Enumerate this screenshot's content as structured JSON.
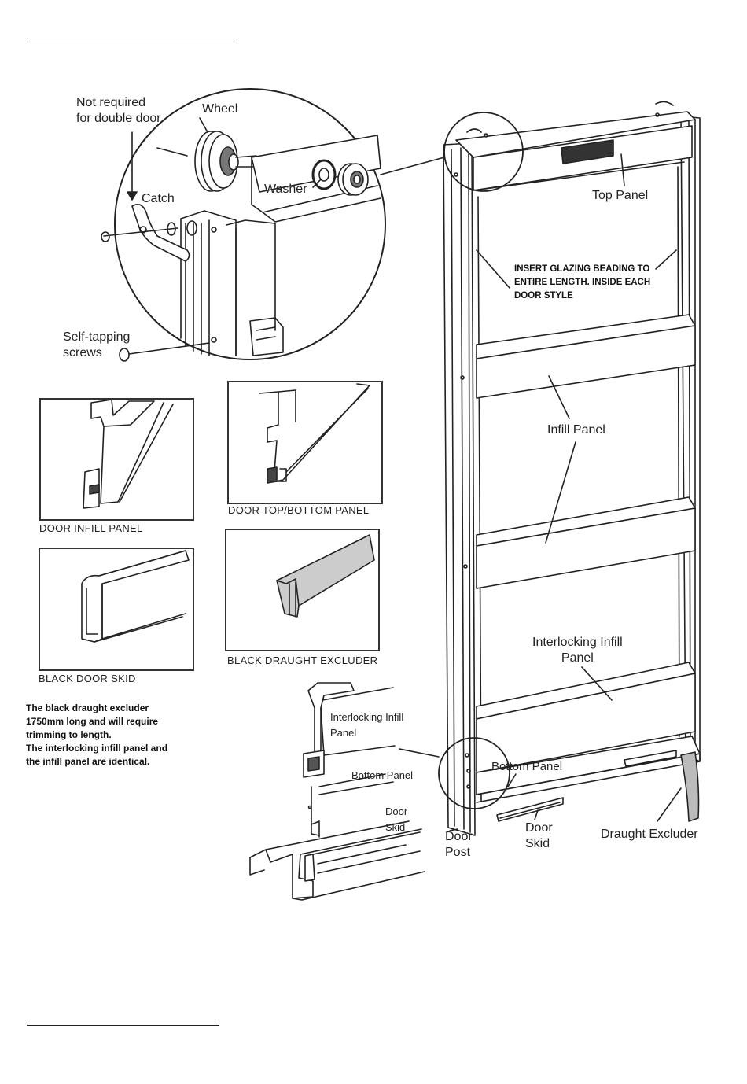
{
  "detail_callout": {
    "not_required_line1": "Not required",
    "not_required_line2": "for double door",
    "wheel": "Wheel",
    "catch": "Catch",
    "washer": "Washer",
    "self_tapping_line1": "Self-tapping",
    "self_tapping_line2": "screws"
  },
  "door_labels": {
    "top_panel": "Top Panel",
    "glazing_note_lines": [
      "INSERT GLAZING BEADING TO",
      "ENTIRE LENGTH.  INSIDE EACH",
      "DOOR STYLE"
    ],
    "infill_panel": "Infill Panel",
    "interlocking_line1": "Interlocking Infill",
    "interlocking_line2": "Panel",
    "bottom_panel": "Bottom Panel",
    "door_post_line1": "Door",
    "door_post_line2": "Post",
    "door_skid_line1": "Door",
    "door_skid_line2": "Skid",
    "draught_excluder": "Draught Excluder"
  },
  "profiles": {
    "infill_caption": "DOOR INFILL PANEL",
    "top_bottom_caption": "DOOR TOP/BOTTOM PANEL",
    "skid_caption": "BLACK DOOR SKID",
    "excluder_caption": "BLACK DRAUGHT EXCLUDER"
  },
  "notes": {
    "lines": [
      "The black draught excluder",
      "1750mm long and will require",
      "trimming to length.",
      "The interlocking infill panel and",
      "the infill panel are identical."
    ]
  },
  "section_detail": {
    "interlocking_line1": "Interlocking Infill",
    "interlocking_line2": "Panel",
    "bottom_panel": "Bottom Panel",
    "door_skid_line1": "Door",
    "door_skid_line2": "Skid"
  }
}
